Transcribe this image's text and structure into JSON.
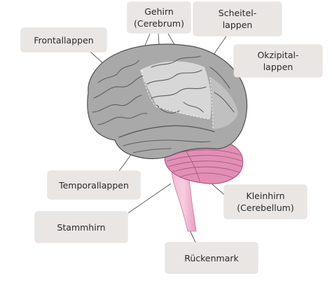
{
  "labels": {
    "frontal": [
      "Frontallappen"
    ],
    "cerebrum": [
      "Gehirn",
      "(Cerebrum)"
    ],
    "parietal": [
      "Scheitel-",
      "lappen"
    ],
    "occipital": [
      "Okzipital-",
      "lappen"
    ],
    "temporal": [
      "Temporallappen"
    ],
    "brainstem": [
      "Stammhirn"
    ],
    "cerebellum": [
      "Kleinhirn",
      "(Cerebellum)"
    ],
    "spinal_cord": [
      "Rückenmark"
    ]
  },
  "colors": {
    "brain_gray": "#a9a9a9",
    "brain_light": "#d9d9d9",
    "gyrus_line": "#5e5e5e",
    "cerebellum_pink": "#e38fb5",
    "stem_pink": "#efa7c6",
    "label_bg": "#e9e6e4",
    "leader_line": "#555555"
  }
}
